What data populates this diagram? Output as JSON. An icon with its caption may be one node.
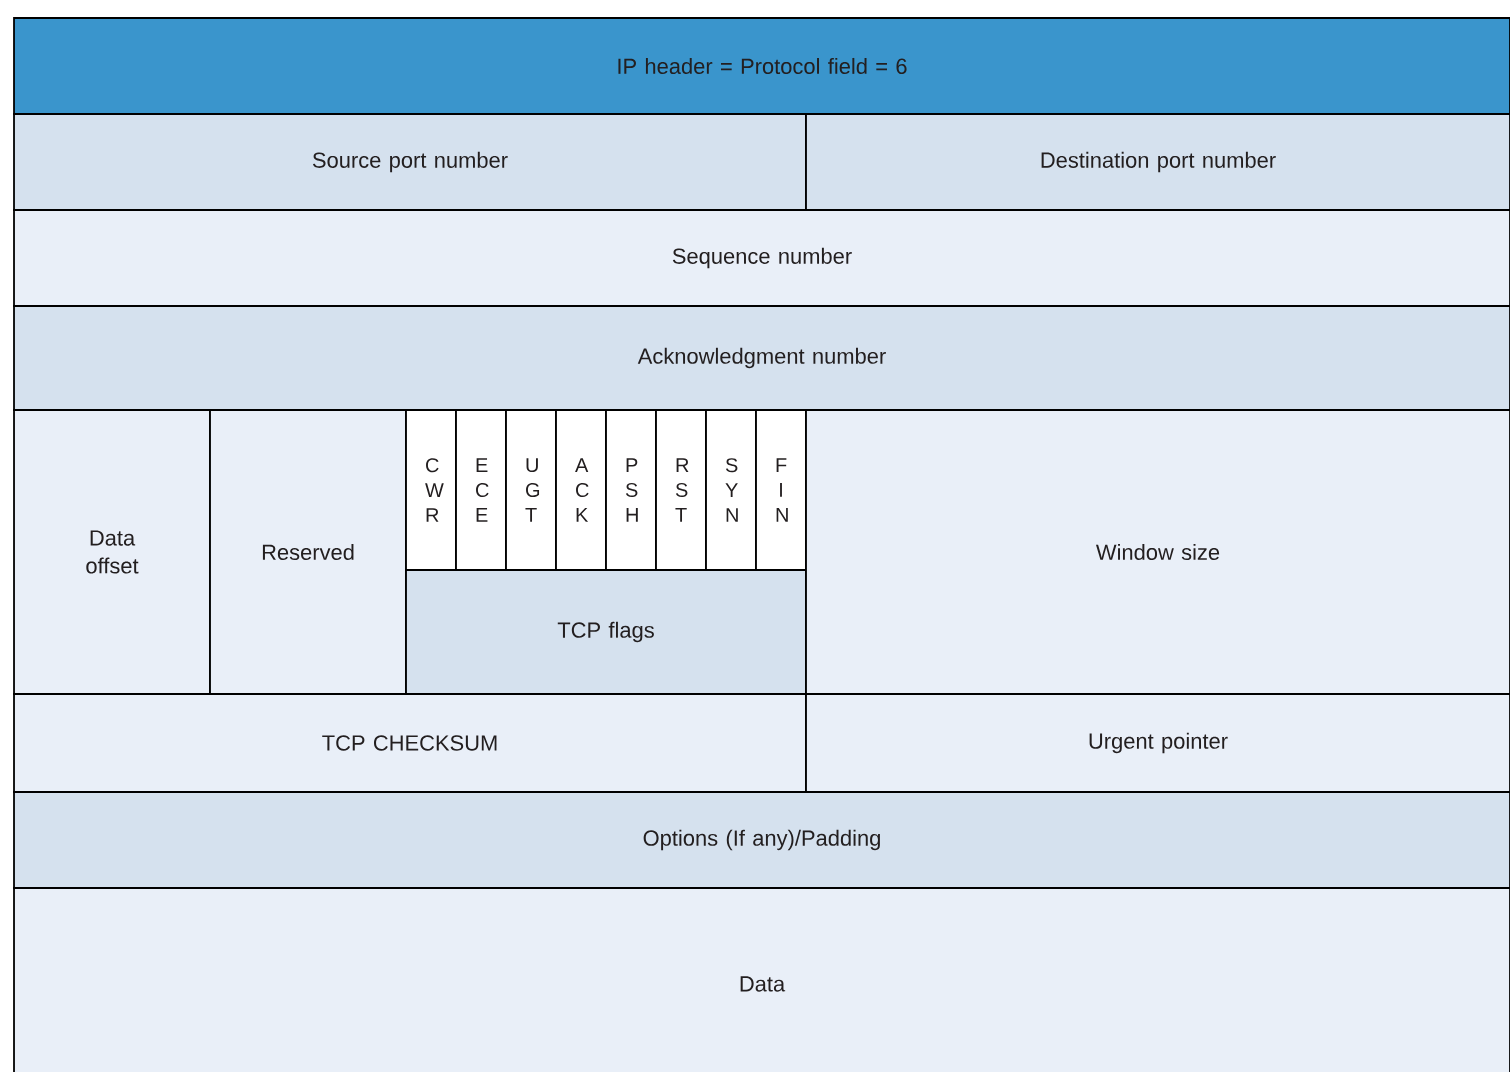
{
  "diagram": {
    "nodes": [
      {
        "text": [
          "IP header = Protocol field = 6"
        ]
      },
      {
        "text": [
          "Source port number"
        ]
      },
      {
        "text": [
          "Destination port number"
        ]
      },
      {
        "text": [
          "Sequence number"
        ]
      },
      {
        "text": [
          "Acknowledgment number"
        ]
      },
      {
        "text": [
          "Data offset"
        ]
      },
      {
        "text": [
          "Reserved"
        ]
      },
      {
        "text": [
          "C W R"
        ]
      },
      {
        "text": [
          "E C E"
        ]
      },
      {
        "text": [
          "U G T"
        ]
      },
      {
        "text": [
          "A C K"
        ]
      },
      {
        "text": [
          "P S H"
        ]
      },
      {
        "text": [
          "R S T"
        ]
      },
      {
        "text": [
          "S Y N"
        ]
      },
      {
        "text": [
          "F I N"
        ]
      },
      {
        "text": [
          "TCP flags"
        ]
      },
      {
        "text": [
          "Window size"
        ]
      },
      {
        "text": [
          "TCP CHECKSUM"
        ]
      },
      {
        "text": [
          "Urgent pointer"
        ]
      },
      {
        "text": [
          "Options (If any)/Padding"
        ]
      },
      {
        "text": [
          "Data"
        ]
      }
    ]
  }
}
